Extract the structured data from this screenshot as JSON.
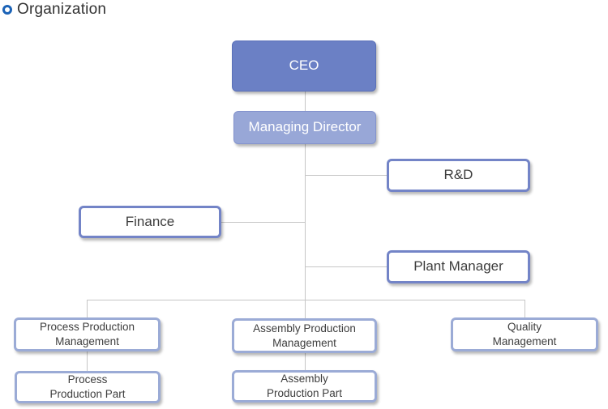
{
  "header": {
    "title": "Organization"
  },
  "colors": {
    "bullet_icon": "#1c63b7",
    "title_text": "#333333",
    "ceo_fill": "#6b80c5",
    "ceo_border": "#5a70b8",
    "managing_director_fill": "#98a7d7",
    "managing_director_border": "#8393cd",
    "tier2_border": "#7384c7",
    "tier3_border": "#9babd6",
    "box_text_light": "#ffffff",
    "box_text_dark": "#3d3d3d",
    "connector_line": "#c6c6c6",
    "background": "#ffffff"
  },
  "org": {
    "nodes": {
      "ceo": {
        "label": "CEO"
      },
      "managing_director": {
        "label": "Managing Director"
      },
      "rnd": {
        "label": "R&D"
      },
      "finance": {
        "label": "Finance"
      },
      "plant_manager": {
        "label": "Plant Manager"
      },
      "process_production_management": {
        "label": "Process Production\nManagement"
      },
      "assembly_production_management": {
        "label": "Assembly Production\nManagement"
      },
      "quality_management": {
        "label": "Quality\nManagement"
      },
      "process_production_part": {
        "label": "Process\nProduction Part"
      },
      "assembly_production_part": {
        "label": "Assembly\nProduction Part"
      }
    },
    "edges": [
      {
        "from": "CEO",
        "to": "Managing Director"
      },
      {
        "from": "Managing Director",
        "to": "R&D"
      },
      {
        "from": "Managing Director",
        "to": "Finance"
      },
      {
        "from": "Managing Director",
        "to": "Plant Manager"
      },
      {
        "from": "Managing Director",
        "to": "Process Production Management"
      },
      {
        "from": "Managing Director",
        "to": "Assembly Production Management"
      },
      {
        "from": "Managing Director",
        "to": "Quality Management"
      },
      {
        "from": "Process Production Management",
        "to": "Process Production Part"
      },
      {
        "from": "Assembly Production Management",
        "to": "Assembly Production Part"
      }
    ]
  }
}
